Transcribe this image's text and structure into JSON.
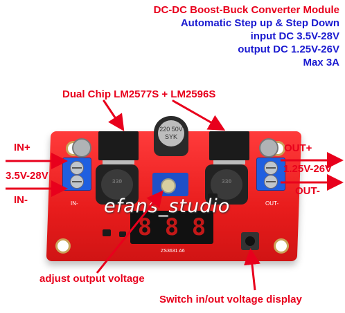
{
  "header": {
    "line1": "DC-DC Boost-Buck Converter Module",
    "line2": "Automatic Step up & Step Down",
    "line3": "input DC 3.5V-28V",
    "line4": "output DC 1.25V-26V",
    "line5": "Max 3A"
  },
  "callouts": {
    "chips": "Dual Chip LM2577S + LM2596S",
    "in_plus": "IN+",
    "in_range": "3.5V-28V",
    "in_minus": "IN-",
    "out_plus": "OUT+",
    "out_range": "1.25V-26V",
    "out_minus": "OUT-",
    "adjust": "adjust output voltage",
    "switch": "Switch in/out voltage display"
  },
  "board": {
    "inductor_left_code": "330",
    "inductor_right_code": "330",
    "cap_marking": "220 50V SYK",
    "display_digits": [
      "8",
      "8",
      "8"
    ],
    "silk_in": "IN-",
    "silk_out": "OUT-",
    "chip_marking": "ZS3631 A6",
    "watermark": "efans_studio"
  },
  "colors": {
    "title_red": "#e8001c",
    "title_blue": "#1a1ad0",
    "board_red": "#e81c1c",
    "terminal_blue": "#1f5fe0"
  }
}
